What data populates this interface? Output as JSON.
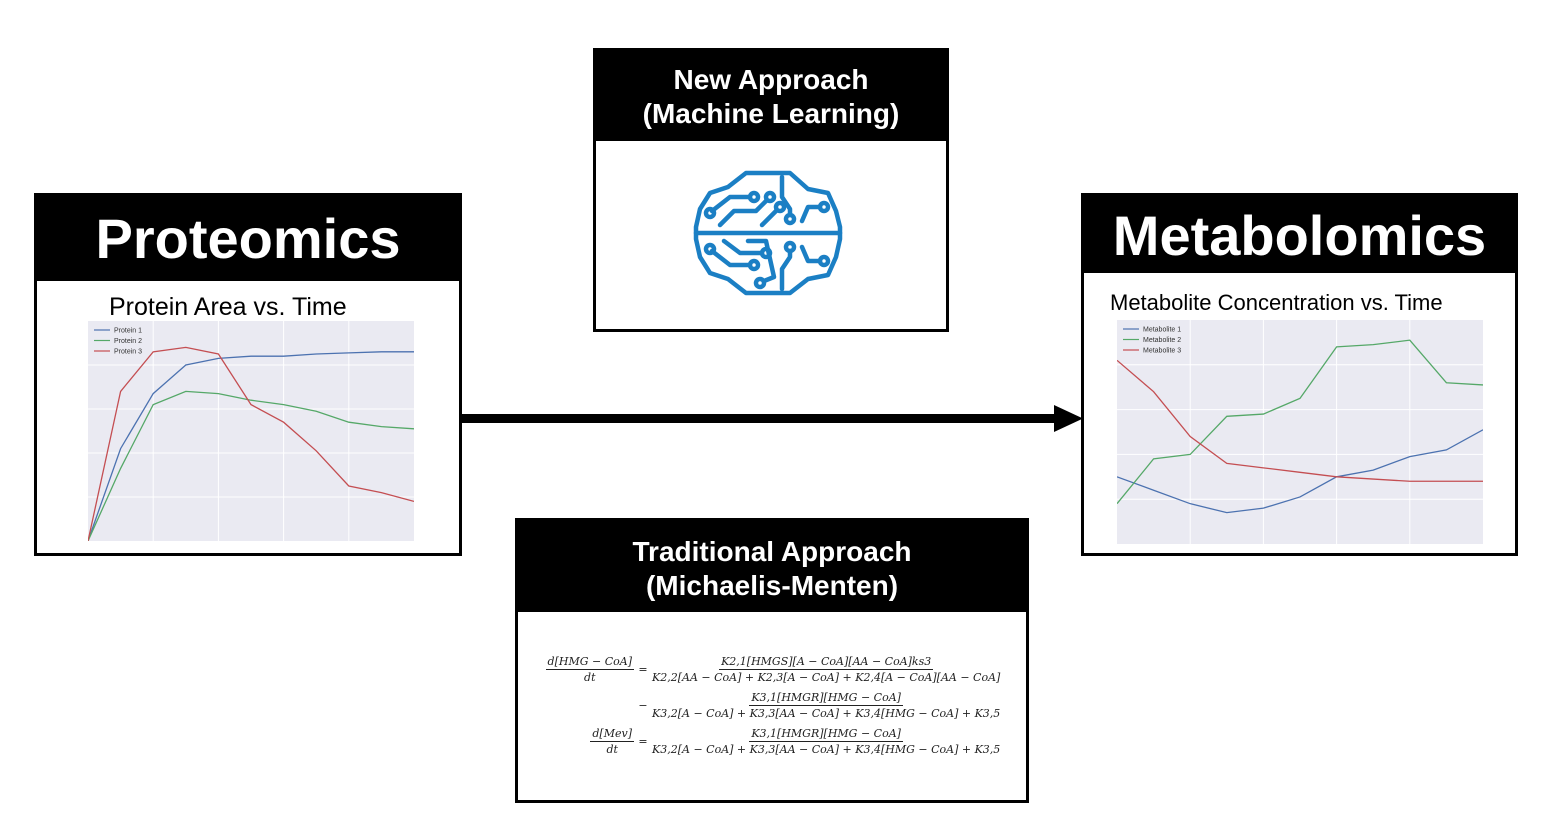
{
  "proteomics": {
    "title": "Proteomics",
    "chart_title": "Protein Area vs. Time"
  },
  "metabolomics": {
    "title": "Metabolomics",
    "chart_title": "Metabolite Concentration vs. Time"
  },
  "new_approach": {
    "line1": "New Approach",
    "line2": "(Machine Learning)",
    "icon": "brain-circuit-icon"
  },
  "traditional_approach": {
    "line1": "Traditional Approach",
    "line2": "(Michaelis-Menten)",
    "equations": {
      "eq1_lhs_num": "d[HMG − CoA]",
      "eq1_lhs_den": "dt",
      "eq1_t1_num": "K2,1[HMGS][A − CoA][AA − CoA]ks3",
      "eq1_t1_den": "K2,2[AA − CoA] + K2,3[A − CoA] + K2,4[A − CoA][AA − CoA]",
      "eq1_t2_num": "K3,1[HMGR][HMG − CoA]",
      "eq1_t2_den": "K3,2[A − CoA] + K3,3[AA − CoA] + K3,4[HMG − CoA] + K3,5",
      "eq2_lhs_num": "d[Mev]",
      "eq2_lhs_den": "dt",
      "eq2_num": "K3,1[HMGR][HMG − CoA]",
      "eq2_den": "K3,2[A − CoA] + K3,3[AA − CoA] + K3,4[HMG − CoA] + K3,5"
    }
  },
  "colors": {
    "series_blue": "#4c72b0",
    "series_green": "#55a868",
    "series_red": "#c44e52",
    "plot_bg": "#eaeaf2",
    "icon_blue": "#1b7fc4"
  },
  "chart_data": [
    {
      "type": "line",
      "title": "Protein Area vs. Time",
      "x": [
        0,
        1,
        2,
        3,
        4,
        5,
        6,
        7,
        8,
        9,
        10
      ],
      "grid": true,
      "legend": "top-left",
      "series": [
        {
          "name": "Protein 1",
          "values": [
            0,
            42,
            67,
            80,
            83,
            84,
            84,
            85,
            85.5,
            86,
            86
          ]
        },
        {
          "name": "Protein 2",
          "values": [
            0,
            33,
            62,
            68,
            67,
            64,
            62,
            59,
            54,
            52,
            51
          ]
        },
        {
          "name": "Protein 3",
          "values": [
            0,
            68,
            86,
            88,
            85,
            62,
            54,
            41,
            25,
            22,
            18
          ]
        }
      ]
    },
    {
      "type": "line",
      "title": "Metabolite Concentration vs. Time",
      "x": [
        0,
        1,
        2,
        3,
        4,
        5,
        6,
        7,
        8,
        9,
        10
      ],
      "grid": true,
      "legend": "top-left",
      "series": [
        {
          "name": "Metabolite 1",
          "values": [
            30,
            24,
            18,
            14,
            16,
            21,
            30,
            33,
            39,
            42,
            51
          ]
        },
        {
          "name": "Metabolite 2",
          "values": [
            18,
            38,
            40,
            57,
            58,
            65,
            88,
            89,
            91,
            72,
            71
          ]
        },
        {
          "name": "Metabolite 3",
          "values": [
            82,
            68,
            48,
            36,
            34,
            32,
            30,
            29,
            28,
            28,
            28
          ]
        }
      ]
    }
  ]
}
